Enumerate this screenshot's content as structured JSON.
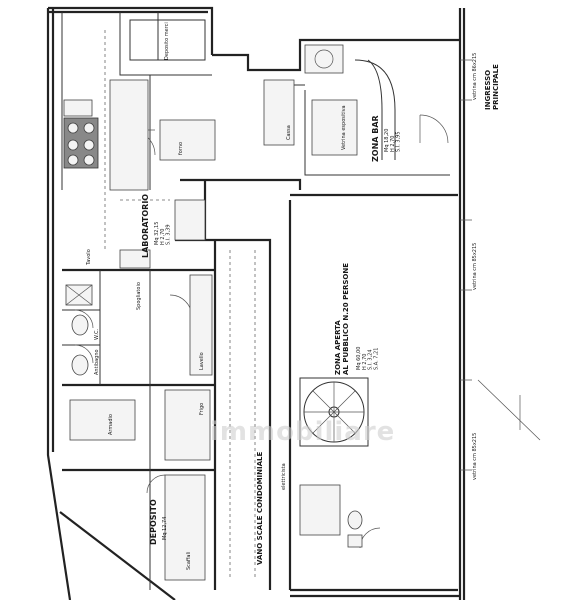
{
  "plan": {
    "rooms": {
      "laboratorio": {
        "name": "LABORATORIO",
        "dims": "Mq 32,15\nH 2,70\nS.I. 3,39"
      },
      "deposito": {
        "name": "DEPOSITO",
        "dims": "Mq 12,74"
      },
      "zona_bar": {
        "name": "ZONA BAR",
        "dims": "Mq 18,20\nH 2,70\nS.I. 3,95"
      },
      "zona_aperta": {
        "name": "ZONA APERTA\nAL PUBBLICO  N.20  PERSONE",
        "dims": "Mq 60,00\nH 2,70\nS.I. 3,24\nS.A. 7,21"
      },
      "vano_scale": {
        "name": "VANO SCALE CONDOMINIALE",
        "note": "elettricista"
      }
    },
    "labels": {
      "ingresso": "INGRESSO\nPRINCIPALE",
      "vetrina1": "vetrina  cm 86x215",
      "vetrina2": "vetrina  cm 85x215",
      "vetrina3": "vetrina  cm 85x215",
      "deposito_merci": "Deposito merci",
      "cassa": "Cassa",
      "vetrina_espositiva": "Vetrina espositiva",
      "forno": "forno",
      "tavolo": "Tavolo",
      "lavello": "Lavello",
      "frigo": "Frigo",
      "scaffali": "Scaffali",
      "armadio": "Armadio",
      "spogliatoio": "Spogliatoio",
      "wc": "W.C.",
      "antibagno": "Antibagno"
    },
    "watermark": "immobiliare"
  },
  "colors": {
    "ink": "#222222",
    "paper": "#ffffff"
  }
}
